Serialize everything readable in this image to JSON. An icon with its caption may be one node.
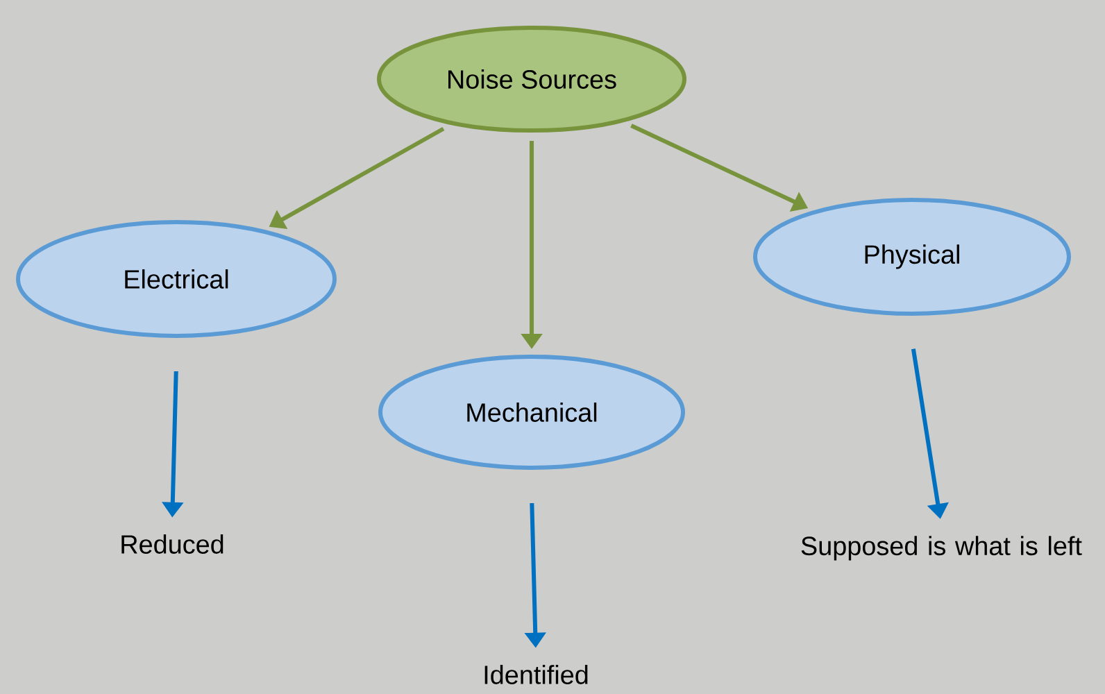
{
  "diagram": {
    "nodes": [
      {
        "text": [
          "Noise Sources"
        ]
      },
      {
        "text": [
          "Electrical"
        ]
      },
      {
        "text": [
          "Mechanical"
        ]
      },
      {
        "text": [
          "Physical"
        ]
      },
      {
        "text": [
          "Reduced"
        ]
      },
      {
        "text": [
          "Identified"
        ]
      },
      {
        "text": [
          "Supposed is what is left"
        ]
      }
    ],
    "edges": [
      {
        "from": 0,
        "to": 1,
        "arrow": "to",
        "color": "#77933c"
      },
      {
        "from": 0,
        "to": 2,
        "arrow": "to",
        "color": "#77933c"
      },
      {
        "from": 0,
        "to": 3,
        "arrow": "to",
        "color": "#77933c"
      },
      {
        "from": 1,
        "to": 4,
        "arrow": "to",
        "color": "#0070c0"
      },
      {
        "from": 2,
        "to": 5,
        "arrow": "to",
        "color": "#0070c0"
      },
      {
        "from": 3,
        "to": 6,
        "arrow": "to",
        "color": "#0070c0"
      }
    ]
  }
}
